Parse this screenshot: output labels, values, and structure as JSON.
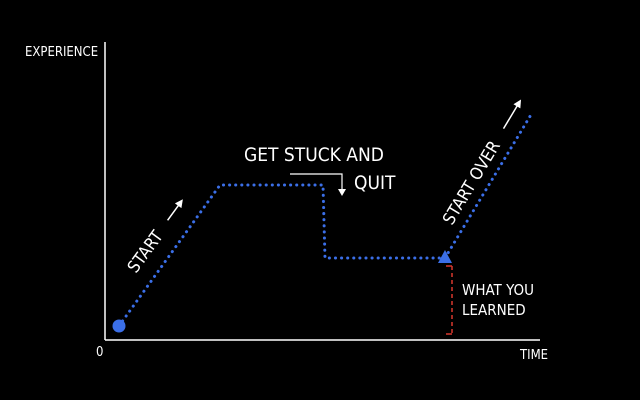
{
  "axes": {
    "y_label": "EXPERIENCE",
    "x_label": "TIME",
    "origin_label": "0"
  },
  "annotations": {
    "start": "START",
    "stuck_line1": "GET STUCK AND",
    "stuck_line2": "QUIT",
    "start_over": "START OVER",
    "learned_line1": "WHAT YOU",
    "learned_line2": "LEARNED"
  },
  "colors": {
    "background": "#000000",
    "axis": "#ffffff",
    "path": "#3b6fe8",
    "marker": "#3b6fe8",
    "bracket": "#d9382e",
    "text": "#ffffff"
  },
  "markers": {
    "start_shape": "circle",
    "restart_shape": "triangle"
  }
}
